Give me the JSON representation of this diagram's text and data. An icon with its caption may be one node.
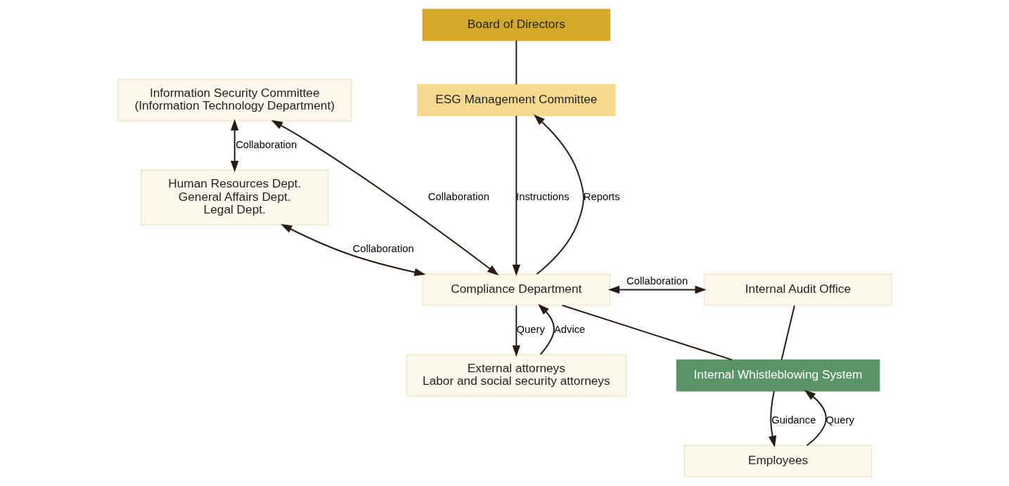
{
  "diagram": {
    "nodes": [
      {
        "text": [
          "Board of Directors"
        ]
      },
      {
        "text": [
          "ESG Management Committee"
        ]
      },
      {
        "text": [
          "Information Security Committee",
          "(Information Technology Department)"
        ]
      },
      {
        "text": [
          "Human Resources Dept.",
          "General Affairs Dept.",
          "Legal Dept."
        ]
      },
      {
        "text": [
          "External attorneys",
          "Labor and social security attorneys"
        ]
      },
      {
        "text": [
          "Compliance Department"
        ]
      },
      {
        "text": [
          "Internal Audit Office"
        ]
      },
      {
        "text": [
          "Internal Whistleblowing System"
        ]
      },
      {
        "text": [
          "Employees"
        ]
      }
    ],
    "edges": [
      {
        "from": 0,
        "to": 1,
        "arrow": "none"
      },
      {
        "from": 5,
        "to": 1,
        "arrow": "to",
        "label": "Reports"
      },
      {
        "from": 1,
        "to": 5,
        "arrow": "to",
        "label": "Instructions"
      },
      {
        "from": 5,
        "to": 2,
        "arrow": "both",
        "label": "Collaboration"
      },
      {
        "from": 2,
        "to": 3,
        "arrow": "both",
        "label": "Collaboration"
      },
      {
        "from": 5,
        "to": 3,
        "arrow": "both",
        "label": "Collaboration"
      },
      {
        "from": 5,
        "to": 4,
        "arrow": "to",
        "label": "Query"
      },
      {
        "from": 4,
        "to": 5,
        "arrow": "to",
        "label": "Advice"
      },
      {
        "from": 5,
        "to": 6,
        "arrow": "both",
        "label": "Collaboration"
      },
      {
        "from": 5,
        "to": 7,
        "arrow": "none"
      },
      {
        "from": 6,
        "to": 7,
        "arrow": "none"
      },
      {
        "from": 8,
        "to": 7,
        "arrow": "to",
        "label": "Query"
      },
      {
        "from": 7,
        "to": 8,
        "arrow": "to",
        "label": "Guidance"
      }
    ]
  }
}
